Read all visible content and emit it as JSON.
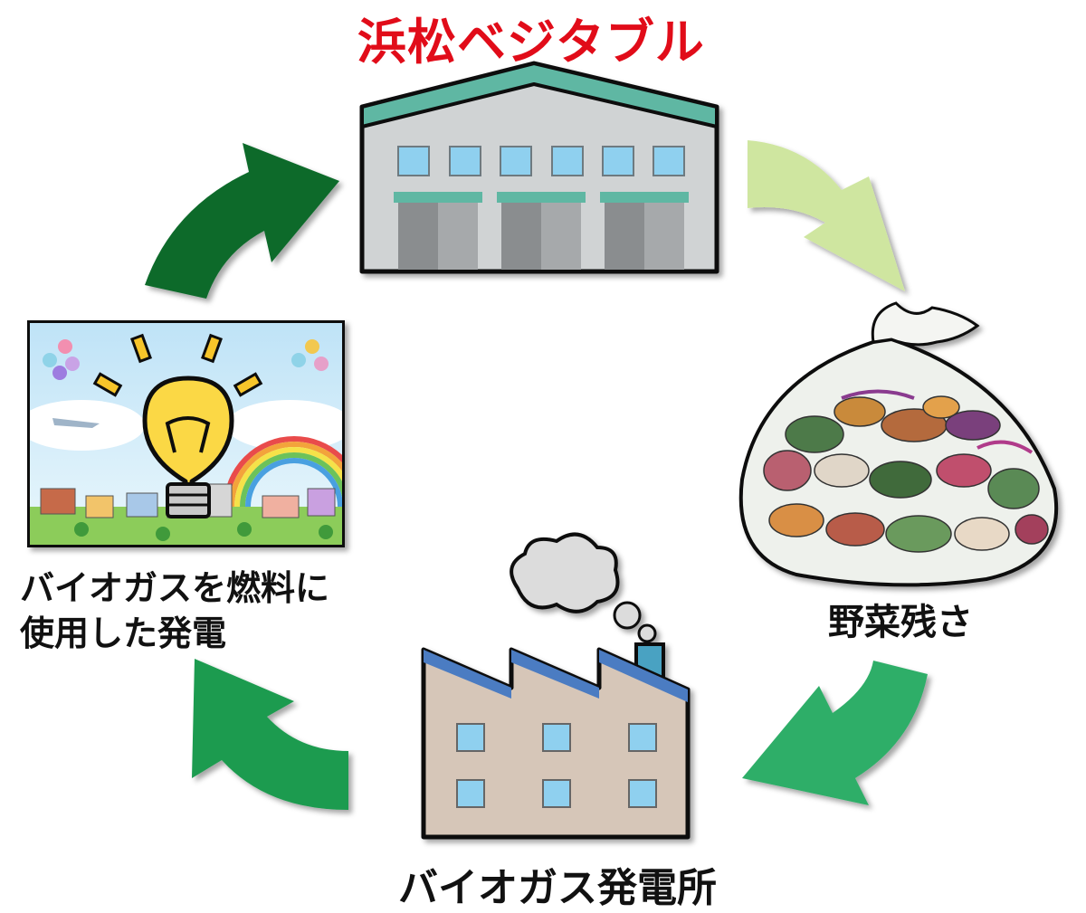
{
  "title": "浜松ベジタブル",
  "nodes": {
    "warehouse": {
      "icon": "warehouse-icon"
    },
    "vegetable_scraps": {
      "label": "野菜残さ",
      "icon": "garbage-bag-icon"
    },
    "biogas_plant": {
      "label": "バイオガス発電所",
      "icon": "factory-icon"
    },
    "power_generation": {
      "label_line1": "バイオガスを燃料に",
      "label_line2": "使用した発電",
      "icon": "light-bulb-town-icon"
    }
  },
  "colors": {
    "title": "#e10c19",
    "arrow_top_right": "#cfe6a0",
    "arrow_bottom_right": "#2fae68",
    "arrow_bottom_left": "#1c9b4f",
    "arrow_top_left": "#0b6a2c",
    "roof_teal": "#5fb7a3",
    "factory_roof": "#4b7bc2"
  }
}
